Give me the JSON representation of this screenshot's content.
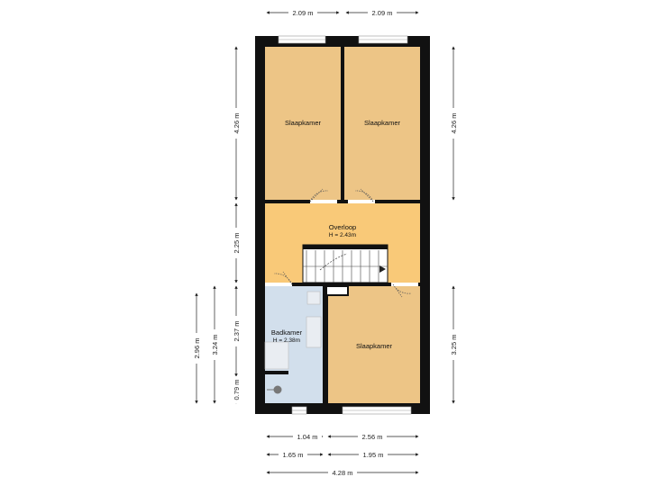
{
  "rooms": {
    "bedroom_top_left": {
      "name": "Slaapkamer"
    },
    "bedroom_top_right": {
      "name": "Slaapkamer"
    },
    "landing": {
      "name": "Overloop",
      "height": "H = 2.43m"
    },
    "bathroom": {
      "name": "Badkamer",
      "height": "H = 2.38m"
    },
    "bedroom_bottom_right": {
      "name": "Slaapkamer"
    }
  },
  "dimensions": {
    "top_left_width": "2.09 m",
    "top_right_width": "2.09 m",
    "left_top_room": "4.26 m",
    "right_top_room": "4.26 m",
    "left_landing": "2.25 m",
    "left_bath": "2.37 m",
    "left_small": "0.79 m",
    "left_outer_1": "3.24 m",
    "left_outer_2": "2.96 m",
    "right_bottom_room": "3.25 m",
    "bottom_1": "1.04 m",
    "bottom_2": "2.56 m",
    "bottom_3": "1.65 m",
    "bottom_4": "1.95 m",
    "bottom_total": "4.28 m"
  },
  "colors": {
    "bedroom": "#EDC586",
    "landing": "#F9C978",
    "bathroom": "#D2DFEC",
    "wall": "#111111"
  }
}
